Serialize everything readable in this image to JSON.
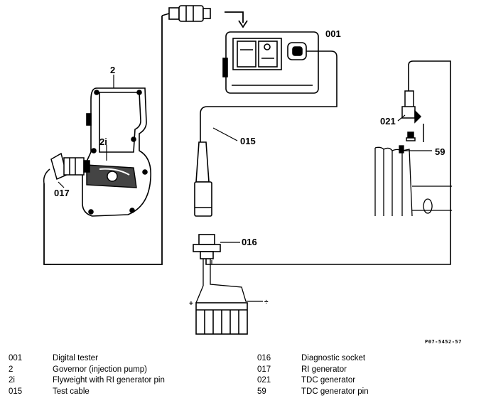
{
  "callouts": {
    "digital_tester": "001",
    "governor": "2",
    "flyweight": "2i",
    "test_cable": "015",
    "diagnostic_socket": "016",
    "ri_generator": "017",
    "tdc_generator": "021",
    "tdc_pin": "59"
  },
  "figure_code": "P07-5452-57",
  "legend": {
    "left": [
      {
        "code": "001",
        "label": "Digital tester"
      },
      {
        "code": "2",
        "label": "Governor (injection pump)"
      },
      {
        "code": "2i",
        "label": "Flyweight with RI generator pin"
      },
      {
        "code": "015",
        "label": "Test cable"
      }
    ],
    "right": [
      {
        "code": "016",
        "label": "Diagnostic socket"
      },
      {
        "code": "017",
        "label": "RI generator"
      },
      {
        "code": "021",
        "label": "TDC generator"
      },
      {
        "code": "59",
        "label": "TDC generator pin"
      }
    ]
  }
}
